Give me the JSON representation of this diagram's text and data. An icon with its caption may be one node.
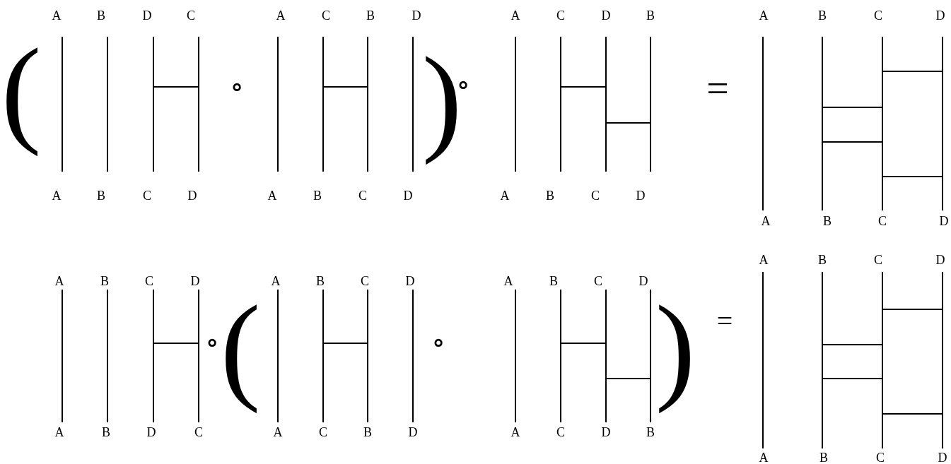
{
  "diagram": {
    "labels": [
      "A",
      "B",
      "D",
      "C",
      "A",
      "C",
      "B",
      "D",
      "A",
      "C",
      "D",
      "B",
      "A",
      "B",
      "C",
      "D",
      "(",
      "∘",
      ")",
      "∘",
      "=",
      "A",
      "B",
      "C",
      "D",
      "A",
      "B",
      "C",
      "D",
      "A",
      "B",
      "C",
      "D",
      "A",
      "B",
      "C",
      "D",
      "A",
      "B",
      "C",
      "D",
      "A",
      "B",
      "C",
      "D",
      "A",
      "B",
      "C",
      "D",
      "A",
      "B",
      "C",
      "D",
      "∘",
      "(",
      "∘",
      ")",
      "=",
      "A",
      "B",
      "D",
      "C",
      "A",
      "C",
      "B",
      "D",
      "A",
      "C",
      "D",
      "B",
      "A",
      "B",
      "C",
      "D"
    ]
  }
}
